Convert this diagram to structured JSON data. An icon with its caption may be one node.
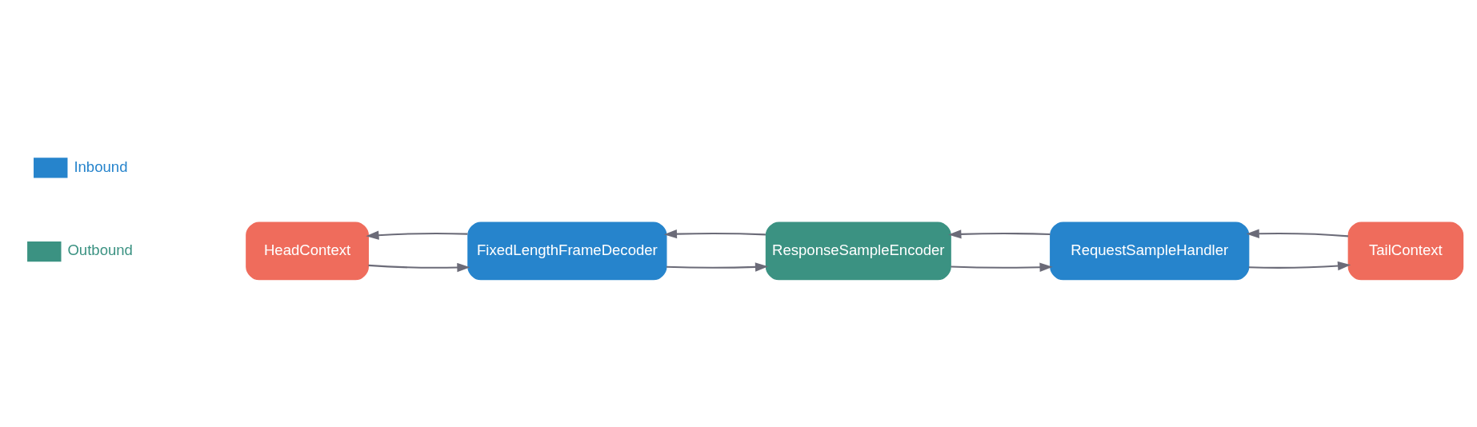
{
  "diagram": {
    "nodes": [
      {
        "text": [
          "HeadContext"
        ]
      },
      {
        "text": [
          "FixedLengthFrameDecoder"
        ]
      },
      {
        "text": [
          "ResponseSampleEncoder"
        ]
      },
      {
        "text": [
          "RequestSampleHandler"
        ]
      },
      {
        "text": [
          "TailContext"
        ]
      }
    ],
    "edges": [
      {
        "from": 0,
        "to": 1,
        "arrow": "to"
      },
      {
        "from": 1,
        "to": 0,
        "arrow": "to"
      },
      {
        "from": 1,
        "to": 2,
        "arrow": "to"
      },
      {
        "from": 2,
        "to": 1,
        "arrow": "to"
      },
      {
        "from": 2,
        "to": 3,
        "arrow": "to"
      },
      {
        "from": 3,
        "to": 2,
        "arrow": "to"
      },
      {
        "from": 3,
        "to": 4,
        "arrow": "to"
      },
      {
        "from": 4,
        "to": 3,
        "arrow": "to"
      }
    ],
    "legend": [
      {
        "text": "Inbound",
        "color": "#2684cc"
      },
      {
        "text": "Outbound",
        "color": "#3b9282"
      }
    ]
  }
}
